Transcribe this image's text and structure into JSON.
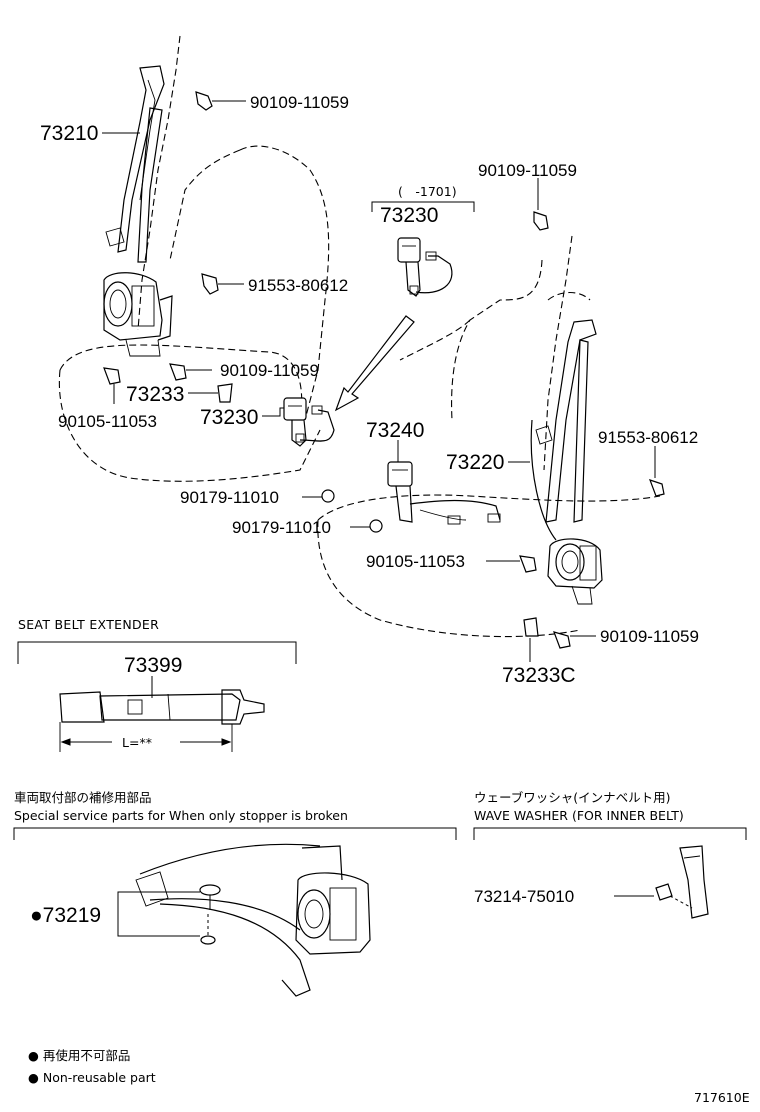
{
  "labels": {
    "p73210": "73210",
    "p90109_a": "90109-11059",
    "p91553_a": "91553-80612",
    "p90109_b": "90109-11059",
    "p73233": "73233",
    "p90105_a": "90105-11053",
    "p73230_a": "73230",
    "p90179_a": "90179-11010",
    "p90179_b": "90179-11010",
    "p73230_b": "73230",
    "p1701": "(　-1701)",
    "p90109_c": "90109-11059",
    "p73240": "73240",
    "p73220": "73220",
    "p91553_b": "91553-80612",
    "p90105_b": "90105-11053",
    "p90109_d": "90109-11059",
    "p73233c": "73233C"
  },
  "extender": {
    "title": "SEAT BELT EXTENDER",
    "part": "73399",
    "length": "L=**"
  },
  "service": {
    "title_jp": "車両取付部の補修用部品",
    "title_en": "Special service parts for When only stopper is broken",
    "part": "●73219"
  },
  "washer": {
    "title_jp": "ウェーブワッシャ(インナベルト用)",
    "title_en": "WAVE WASHER (FOR INNER BELT)",
    "part": "73214-75010"
  },
  "legend": {
    "line1": "● 再使用不可部品",
    "line2": "● Non-reusable part"
  },
  "figure_id": "717610E"
}
